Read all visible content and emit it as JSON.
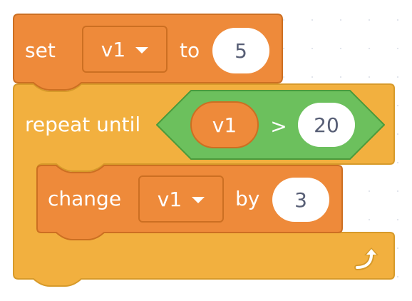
{
  "set_block": {
    "label": "set",
    "variable": "v1",
    "connector": "to",
    "value": "5"
  },
  "repeat_block": {
    "label": "repeat until",
    "condition": {
      "left_reporter": "v1",
      "operator": ">",
      "right_value": "20"
    }
  },
  "change_block": {
    "label": "change",
    "variable": "v1",
    "connector": "by",
    "value": "3"
  },
  "colors": {
    "variables_fill": "#ee8a3a",
    "variables_stroke": "#cc6f22",
    "control_fill": "#f2b03f",
    "control_stroke": "#d79a2a",
    "operators_fill": "#6cc05d",
    "operators_stroke": "#4a9a3c",
    "input_text": "#575e75"
  },
  "icons": {
    "loop_end": "loop-arrow-icon",
    "dropdown": "chevron-down-icon"
  }
}
